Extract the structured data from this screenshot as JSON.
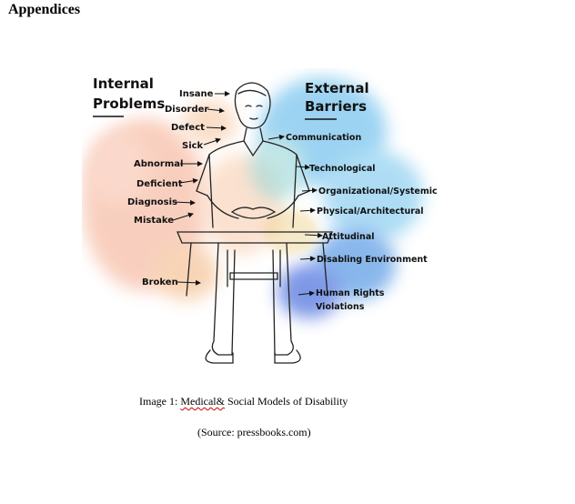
{
  "heading": "Appendices",
  "figure": {
    "internal_title_1": "Internal",
    "internal_title_2": "Problems",
    "external_title_1": "External",
    "external_title_2": "Barriers",
    "internal_labels": [
      "Insane",
      "Disorder",
      "Defect",
      "Sick",
      "Abnormal",
      "Deficient",
      "Diagnosis",
      "Mistake",
      "Broken"
    ],
    "external_labels": [
      "Communication",
      "Technological",
      "Organizational/Systemic",
      "Physical/Architectural",
      "Attitudinal",
      "Disabling Environment",
      "Human Rights",
      "Violations"
    ]
  },
  "caption": {
    "prefix": "Image 1: ",
    "underlined": "Medical&",
    "suffix": " Social Models of Disability"
  },
  "source": "(Source: pressbooks.com)"
}
